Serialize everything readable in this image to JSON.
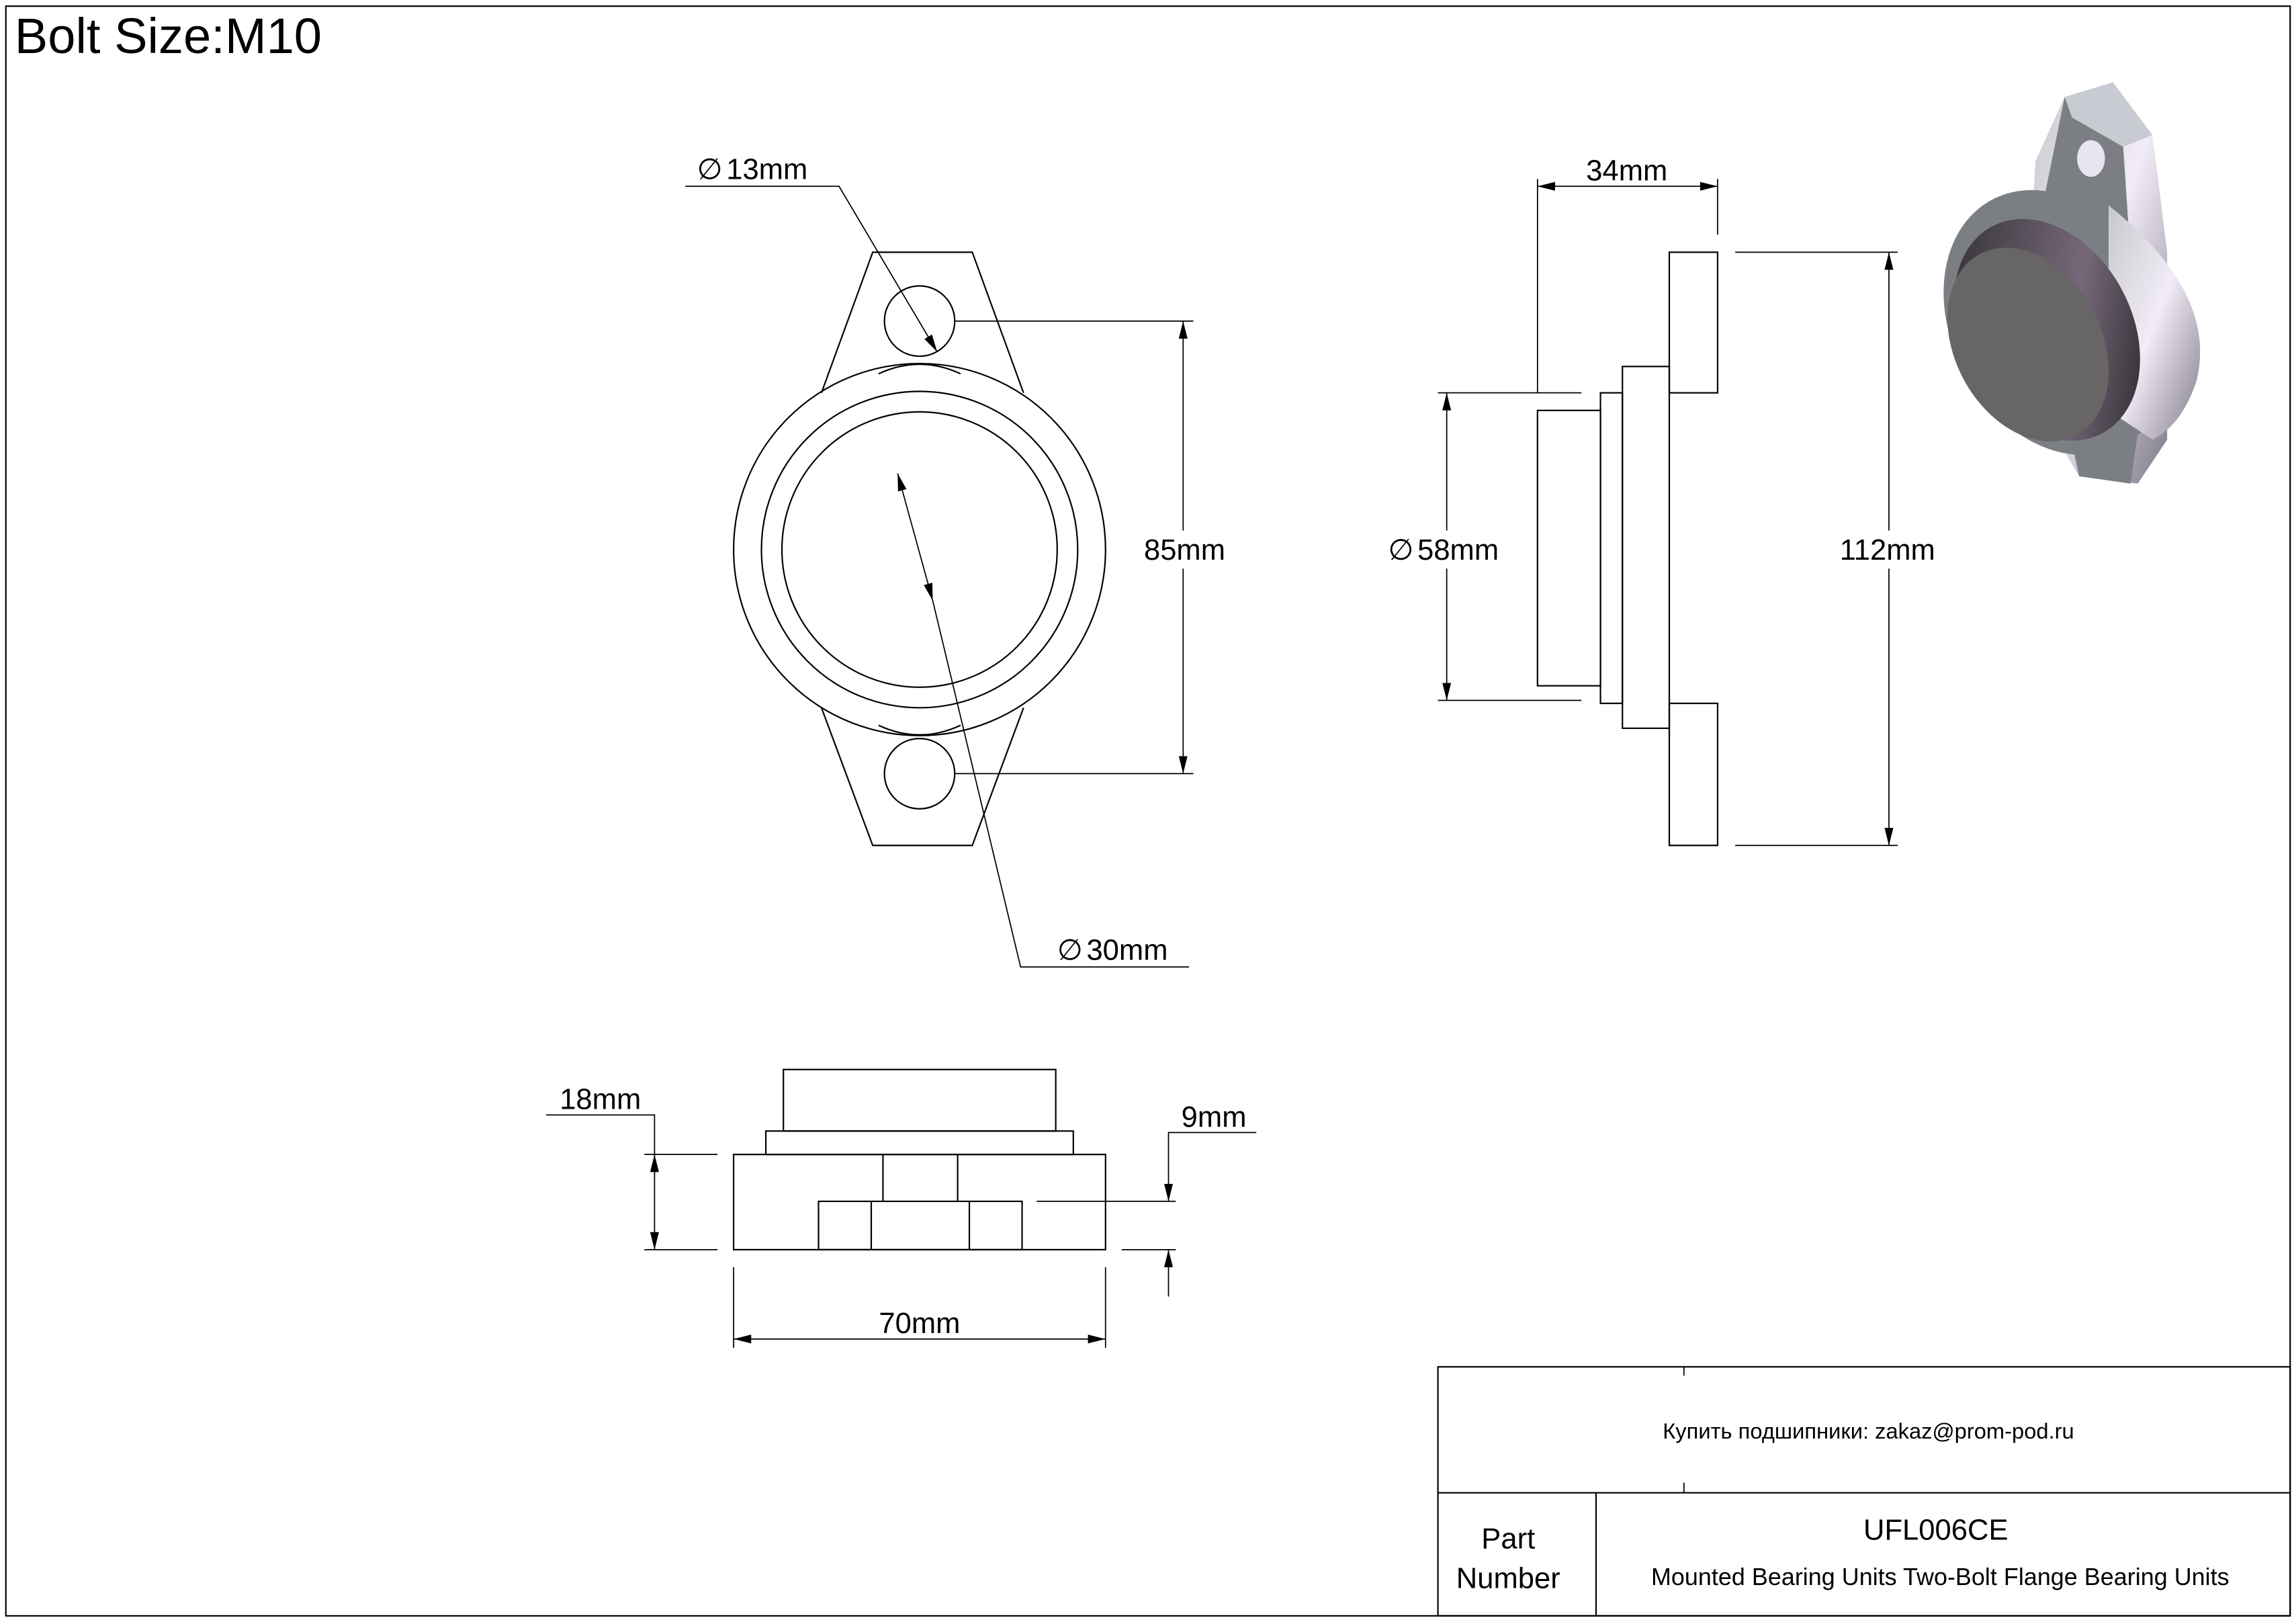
{
  "title": "Bolt Size:M10",
  "dimensions": {
    "bolt_hole": "13mm",
    "bore": "30mm",
    "bolt_spacing": "85mm",
    "width": "34mm",
    "housing_diameter": "58mm",
    "height": "112mm",
    "flange_thickness": "18mm",
    "step": "9mm",
    "depth": "70mm",
    "diameter_symbol": "∅"
  },
  "title_block": {
    "contact": "Купить подшипники: zakaz@prom-pod.ru",
    "part_label_1": "Part",
    "part_label_2": "Number",
    "part_number": "UFL006CE",
    "description": "Mounted Bearing Units Two-Bolt Flange Bearing Units"
  },
  "colors": {
    "line": "#000000",
    "metal_dark": "#676566",
    "metal_light": "#e8e6f0"
  }
}
